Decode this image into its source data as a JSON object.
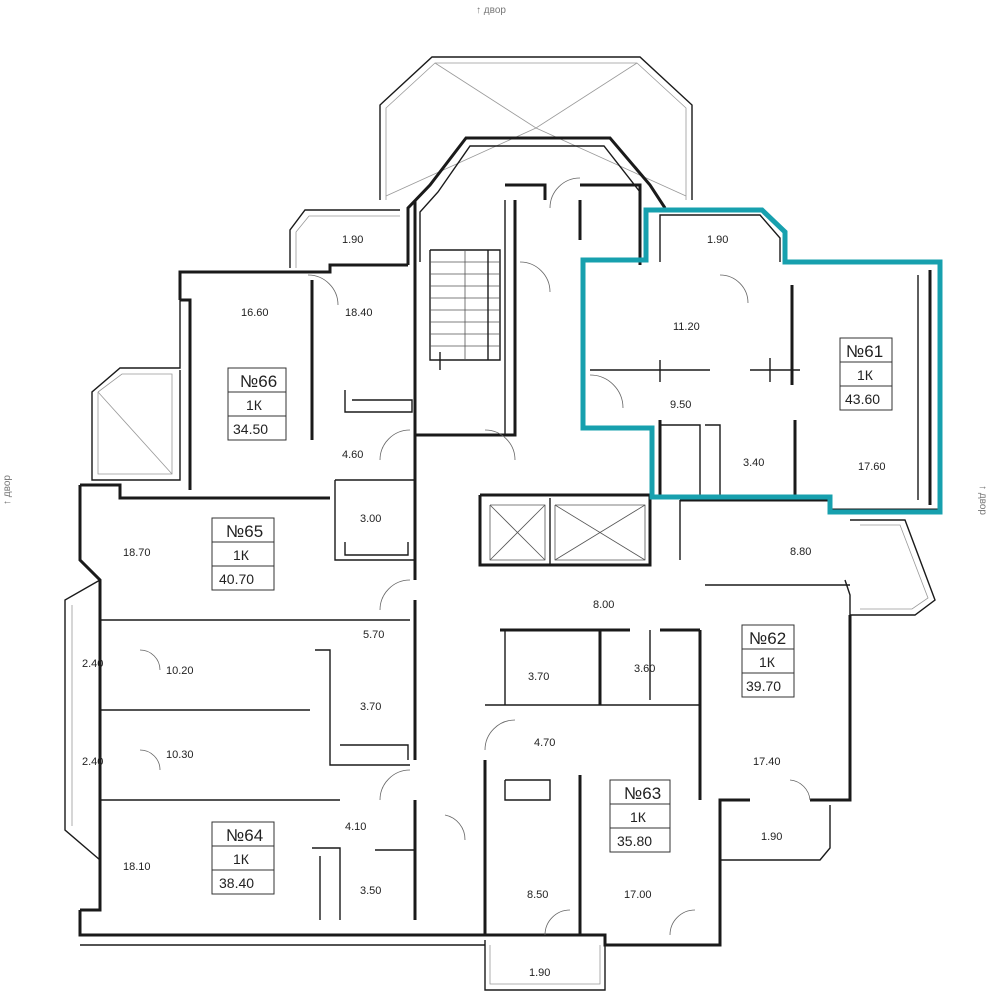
{
  "orientation": {
    "top": "↑ двор",
    "left": "↑ двор",
    "right": "↑ двор"
  },
  "apartments": [
    {
      "id": "1",
      "number": "№61",
      "type": "1К",
      "area": "43.60",
      "selected": true
    },
    {
      "id": "2",
      "number": "№62",
      "type": "1К",
      "area": "39.70",
      "selected": false
    },
    {
      "id": "3",
      "number": "№63",
      "type": "1К",
      "area": "35.80",
      "selected": false
    },
    {
      "id": "4",
      "number": "№64",
      "type": "1К",
      "area": "38.40",
      "selected": false
    },
    {
      "id": "5",
      "number": "№65",
      "type": "1К",
      "area": "40.70",
      "selected": false
    },
    {
      "id": "6",
      "number": "№66",
      "type": "1К",
      "area": "34.50",
      "selected": false
    }
  ],
  "room_areas": [
    "1.90",
    "1.90",
    "16.60",
    "18.40",
    "11.20",
    "9.50",
    "3.40",
    "17.60",
    "4.60",
    "3.00",
    "18.70",
    "8.80",
    "8.00",
    "5.70",
    "3.70",
    "3.60",
    "2.40",
    "10.20",
    "3.70",
    "4.70",
    "2.40",
    "10.30",
    "17.40",
    "4.10",
    "1.90",
    "18.10",
    "3.50",
    "8.50",
    "17.00",
    "1.90"
  ],
  "colors": {
    "highlight": "#17a0ae",
    "walls": "#1a1a1a"
  }
}
